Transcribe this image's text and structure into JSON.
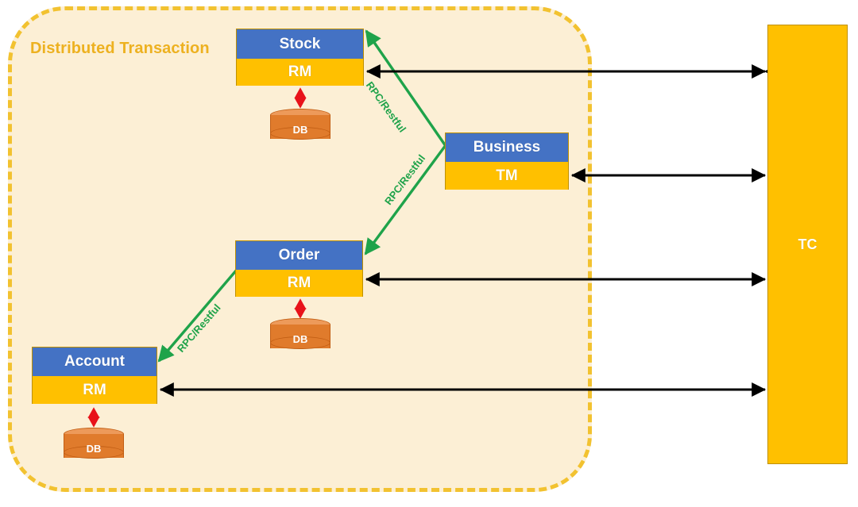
{
  "diagram": {
    "title": "Distributed Transaction",
    "container_label": "Distributed Transaction",
    "colors": {
      "container_fill": "#FCEFD5",
      "container_border": "#F2C230",
      "header_blue": "#4472C4",
      "body_yellow": "#FFC000",
      "db_orange": "#E07B2C",
      "db_top_orange": "#ED9A5A",
      "rpc_green": "#1FA34A",
      "dashed_black": "#000000",
      "red_arrow": "#E8121A",
      "label_gold": "#EDB120"
    },
    "services": [
      {
        "id": "stock",
        "name": "Stock",
        "role": "RM",
        "db": "DB"
      },
      {
        "id": "order",
        "name": "Order",
        "role": "RM",
        "db": "DB"
      },
      {
        "id": "account",
        "name": "Account",
        "role": "RM",
        "db": "DB"
      },
      {
        "id": "business",
        "name": "Business",
        "role": "TM",
        "db": null
      }
    ],
    "coordinator": {
      "label": "TC"
    },
    "rpc_links": [
      {
        "from": "business",
        "to": "stock",
        "label": "RPC/Restful"
      },
      {
        "from": "business",
        "to": "order",
        "label": "RPC/Restful"
      },
      {
        "from": "order",
        "to": "account",
        "label": "RPC/Restful"
      }
    ],
    "tc_links": [
      {
        "endpoint": "stock-rm",
        "style": "dashed-bidirectional"
      },
      {
        "endpoint": "business-tm",
        "style": "dashed-bidirectional"
      },
      {
        "endpoint": "order-rm",
        "style": "dashed-bidirectional"
      },
      {
        "endpoint": "account-rm",
        "style": "dashed-bidirectional"
      }
    ],
    "db_links": [
      {
        "service": "stock",
        "style": "red-bidirectional"
      },
      {
        "service": "order",
        "style": "red-bidirectional"
      },
      {
        "service": "account",
        "style": "red-bidirectional"
      }
    ]
  }
}
